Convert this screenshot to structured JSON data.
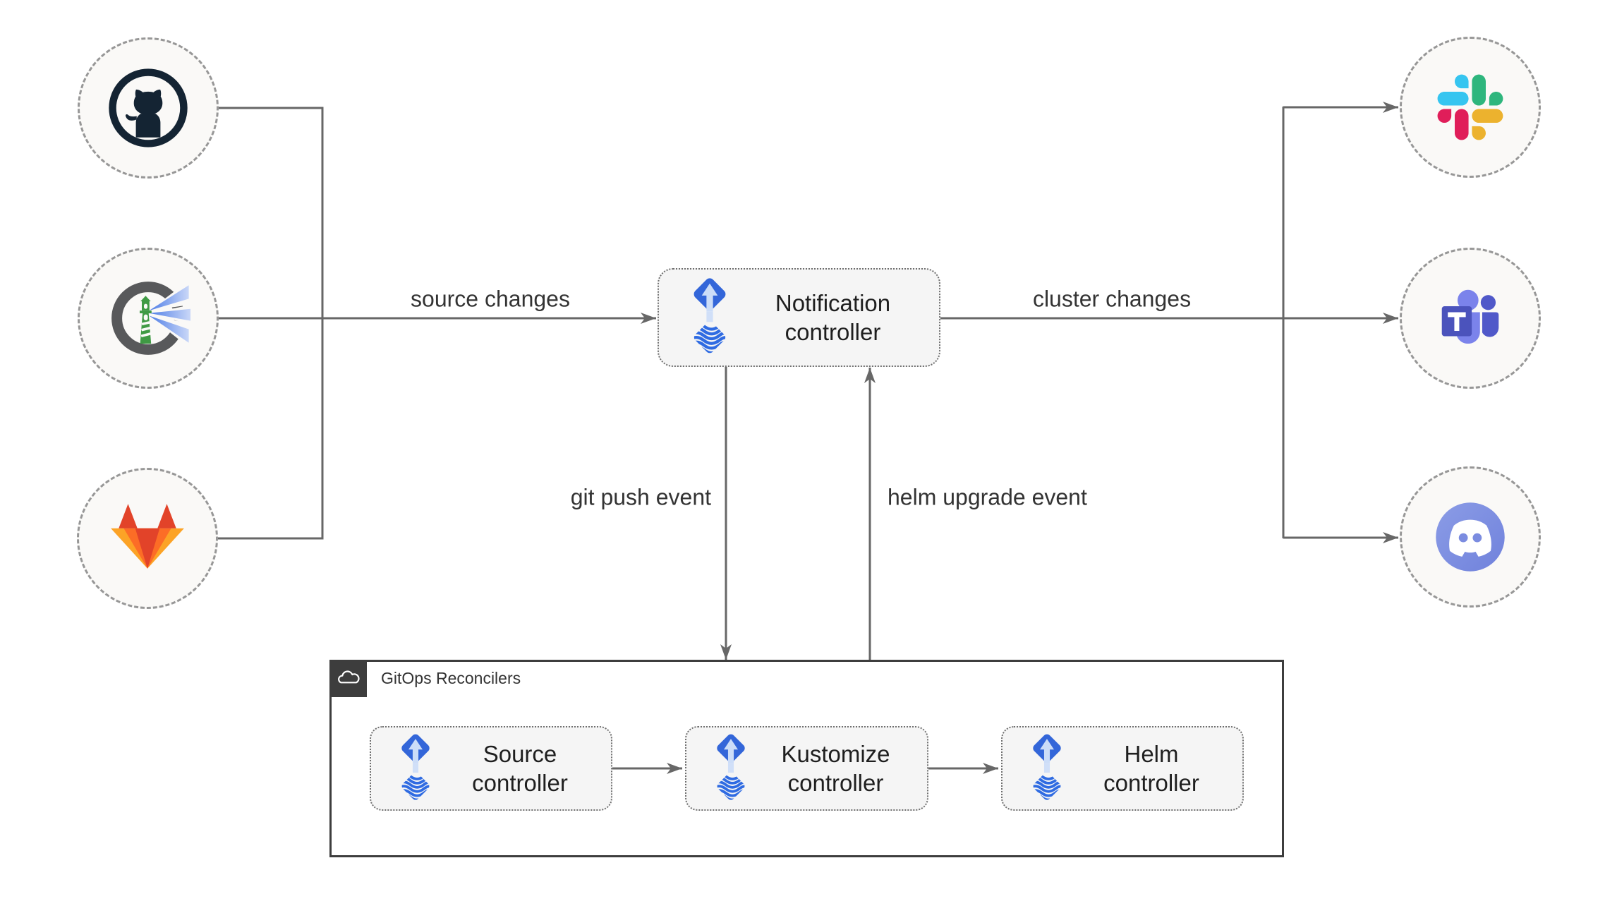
{
  "edge_labels": {
    "source_changes": "source changes",
    "cluster_changes": "cluster changes",
    "git_push_event": "git push event",
    "helm_upgrade_event": "helm upgrade event"
  },
  "nodes": {
    "notification": "Notification controller",
    "source": "Source controller",
    "kustomize": "Kustomize controller",
    "helm": "Helm controller"
  },
  "container": {
    "label": "GitOps Reconcilers"
  },
  "source_nodes": [
    {
      "icon": "github-icon",
      "name": "GitHub"
    },
    {
      "icon": "harbor-icon",
      "name": "Harbor"
    },
    {
      "icon": "gitlab-icon",
      "name": "GitLab"
    }
  ],
  "target_nodes": [
    {
      "icon": "slack-icon",
      "name": "Slack"
    },
    {
      "icon": "microsoft-teams-icon",
      "name": "Microsoft Teams"
    },
    {
      "icon": "discord-icon",
      "name": "Discord"
    }
  ],
  "colors": {
    "edge": "#676767",
    "box_fill": "#f5f5f5",
    "box_border": "#6f6f6f",
    "circle_fill": "#faf9f7",
    "circle_border": "#979797",
    "container_border": "#3d3d3d",
    "badge_bg": "#3d3d3d",
    "flux_blue": "#3366d9",
    "flux_wave_blue": "#2f6be2",
    "flux_arrow_light": "#ccddf8",
    "gitlab_red": "#e24329",
    "gitlab_orange": "#fc6d26",
    "gitlab_yellow": "#fca326",
    "slack_blue": "#36C5F0",
    "slack_green": "#2EB67D",
    "slack_yellow": "#ECB22E",
    "slack_red": "#E01E5A",
    "teams_purple": "#4b53bc",
    "discord_blurple": "#7b8ce0",
    "harbor_green": "#3f9a44",
    "label_text": "#333333"
  }
}
